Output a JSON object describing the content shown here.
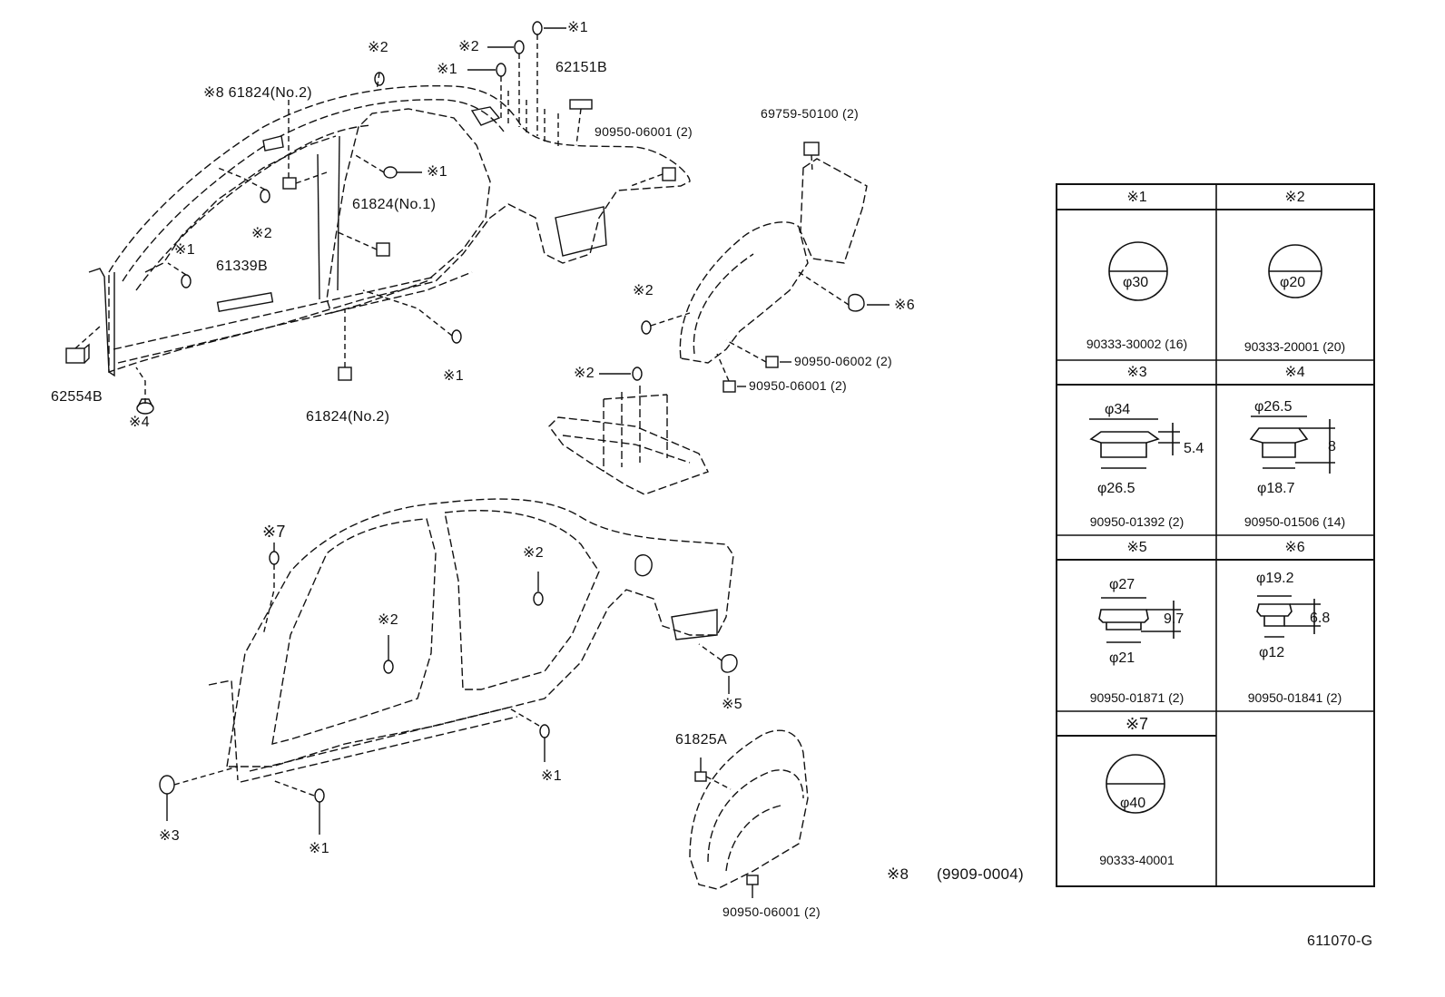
{
  "diagram_id": "611070-G",
  "note8": {
    "mark": "※8",
    "code": "(9909-0004)"
  },
  "callouts": {
    "c_62554B": "62554B",
    "c_s4_left": "※4",
    "c_61339B": "61339B",
    "c_s1_a": "※1",
    "c_s8_61824": "※8  61824(No.2)",
    "c_s2_a": "※2",
    "c_s2_b": "※2",
    "c_61824no1": "61824(No.1)",
    "c_s1_b": "※1",
    "c_s1_c": "※1",
    "c_61824no2b": "61824(No.2)",
    "c_s2_top": "※2",
    "c_s1_top": "※1",
    "c_s1_top2": "※1",
    "c_62151B": "62151B",
    "c_90950_06001_a": "90950-06001 (2)",
    "c_69759": "69759-50100 (2)",
    "c_s6": "※6",
    "c_s2_wheel": "※2",
    "c_90950_06002": "90950-06002 (2)",
    "c_90950_06001_b": "90950-06001 (2)",
    "c_s2_floor": "※2",
    "c_s7": "※7",
    "c_s2_side1": "※2",
    "c_s2_side2": "※2",
    "c_s5": "※5",
    "c_s1_side": "※1",
    "c_s1_bottom": "※1",
    "c_s3": "※3",
    "c_61825A": "61825A",
    "c_90950_06001_c": "90950-06001 (2)"
  },
  "legend": {
    "cells": [
      {
        "mark": "※1",
        "part": "90333-30002 (16)",
        "dia": "φ30"
      },
      {
        "mark": "※2",
        "part": "90333-20001 (20)",
        "dia": "φ20"
      },
      {
        "mark": "※3",
        "part": "90950-01392 (2)",
        "top": "φ34",
        "bottom": "φ26.5",
        "height": "5.4"
      },
      {
        "mark": "※4",
        "part": "90950-01506 (14)",
        "top": "φ26.5",
        "bottom": "φ18.7",
        "height": "8"
      },
      {
        "mark": "※5",
        "part": "90950-01871 (2)",
        "top": "φ27",
        "bottom": "φ21",
        "height": "9.7"
      },
      {
        "mark": "※6",
        "part": "90950-01841 (2)",
        "top": "φ19.2",
        "bottom": "φ12",
        "height": "6.8"
      },
      {
        "mark": "※7",
        "part": "90333-40001",
        "dia": "φ40"
      }
    ]
  }
}
